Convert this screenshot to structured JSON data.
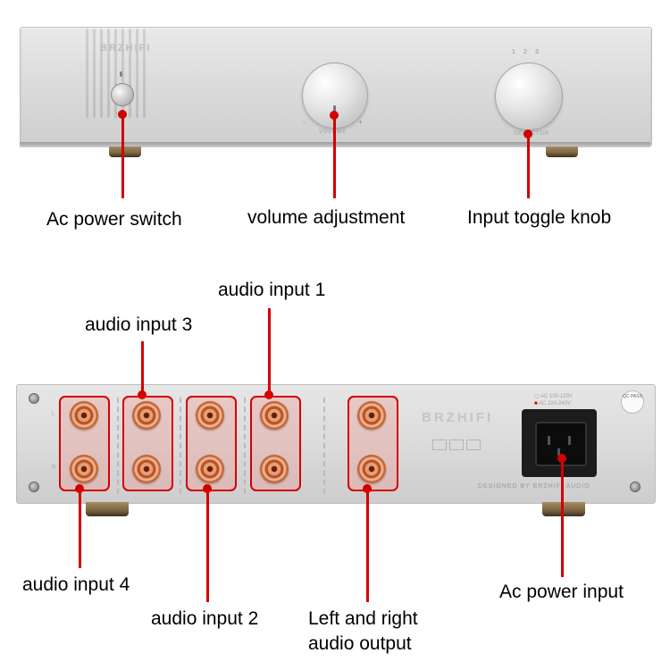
{
  "front": {
    "brand": "BRZHIFI",
    "volume_text": "VOLUME",
    "volume_minus": "-",
    "volume_plus": "+",
    "selector_text": "SELECTOR",
    "selector_positions": [
      "1",
      "2",
      "3"
    ]
  },
  "callouts_front": {
    "power_switch": "Ac power switch",
    "volume": "volume adjustment",
    "input_toggle": "Input toggle knob"
  },
  "rear": {
    "brand": "BRZHIFI",
    "designed_by": "DESIGNED BY BRZHIFI AUDIO",
    "qc_badge": "QC PASS",
    "channel_left": "L",
    "channel_right": "R"
  },
  "callouts_rear": {
    "audio_input_1": "audio input 1",
    "audio_input_2": "audio input 2",
    "audio_input_3": "audio input 3",
    "audio_input_4": "audio input 4",
    "lr_output_line1": "Left and right",
    "lr_output_line2": "audio output",
    "ac_power_input": "Ac power input"
  },
  "colors": {
    "callout": "#d40000",
    "panel": "#dcdcdc"
  }
}
